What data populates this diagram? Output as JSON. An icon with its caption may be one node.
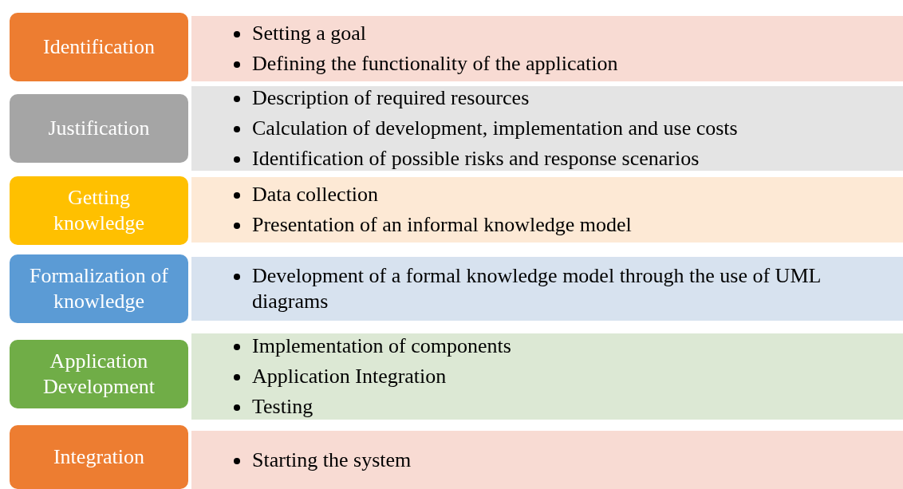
{
  "diagram": {
    "nodes": [
      {
        "text": [
          "Identification"
        ]
      },
      {
        "text": [
          "Setting a goal",
          "Defining the functionality of the application"
        ]
      },
      {
        "text": [
          "Justification"
        ]
      },
      {
        "text": [
          "Description of required resources",
          "Calculation of development, implementation and use costs",
          "Identification of possible risks and response scenarios"
        ]
      },
      {
        "text": [
          "Getting knowledge"
        ]
      },
      {
        "text": [
          "Data collection",
          "Presentation of an informal knowledge model"
        ]
      },
      {
        "text": [
          "Formalization of knowledge"
        ]
      },
      {
        "text": [
          "Development of a formal knowledge model through the use of UML diagrams"
        ]
      },
      {
        "text": [
          "Application Development"
        ]
      },
      {
        "text": [
          "Implementation of components",
          "Application Integration",
          "Testing"
        ]
      },
      {
        "text": [
          "Integration"
        ]
      },
      {
        "text": [
          "Starting the system"
        ]
      }
    ]
  }
}
